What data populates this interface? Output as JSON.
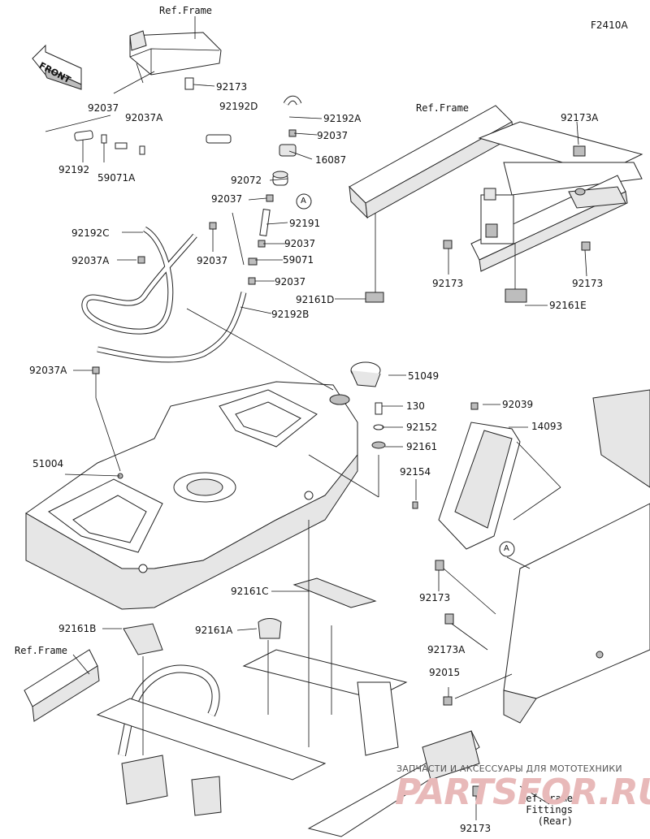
{
  "diagram_code": "F2410A",
  "front_label": "FRONT",
  "ref_frame_top": "Ref.Frame",
  "ref_frame_right": "Ref.Frame",
  "ref_frame_left": "Ref.Frame",
  "ref_frame_fittings": "Ref.Frame\nFittings\n(Rear)",
  "callout_a": "A",
  "watermark_small": "ЗАПЧАСТИ И АКСЕССУАРЫ ДЛЯ МОТОТЕХНИКИ",
  "watermark_big": "PARTSFOR.RU",
  "labels": {
    "p92173_top": "92173",
    "p92037_a": "92037",
    "p92192D": "92192D",
    "p92192A": "92192A",
    "p92037A_top": "92037A",
    "p92037_b": "92037",
    "p92192": "92192",
    "p59071A": "59071A",
    "p16087": "16087",
    "p92072": "92072",
    "p92037_c": "92037",
    "p92191": "92191",
    "p92192C": "92192C",
    "p92037_d": "92037",
    "p92037A_mid": "92037A",
    "p92037_e": "92037",
    "p59071": "59071",
    "p92037_f": "92037",
    "p92192B": "92192B",
    "p92161D": "92161D",
    "p92173A_right": "92173A",
    "p92173_r1": "92173",
    "p92173_r2": "92173",
    "p92161E": "92161E",
    "p92037A_low": "92037A",
    "p51049": "51049",
    "p130": "130",
    "p92152": "92152",
    "p92161": "92161",
    "p92039": "92039",
    "p14093": "14093",
    "p51004": "51004",
    "p92154": "92154",
    "p92173_mid": "92173",
    "p92161C": "92161C",
    "p92161B": "92161B",
    "p92161A": "92161A",
    "p92173A_low": "92173A",
    "p92015": "92015",
    "p92173_bottom": "92173"
  }
}
